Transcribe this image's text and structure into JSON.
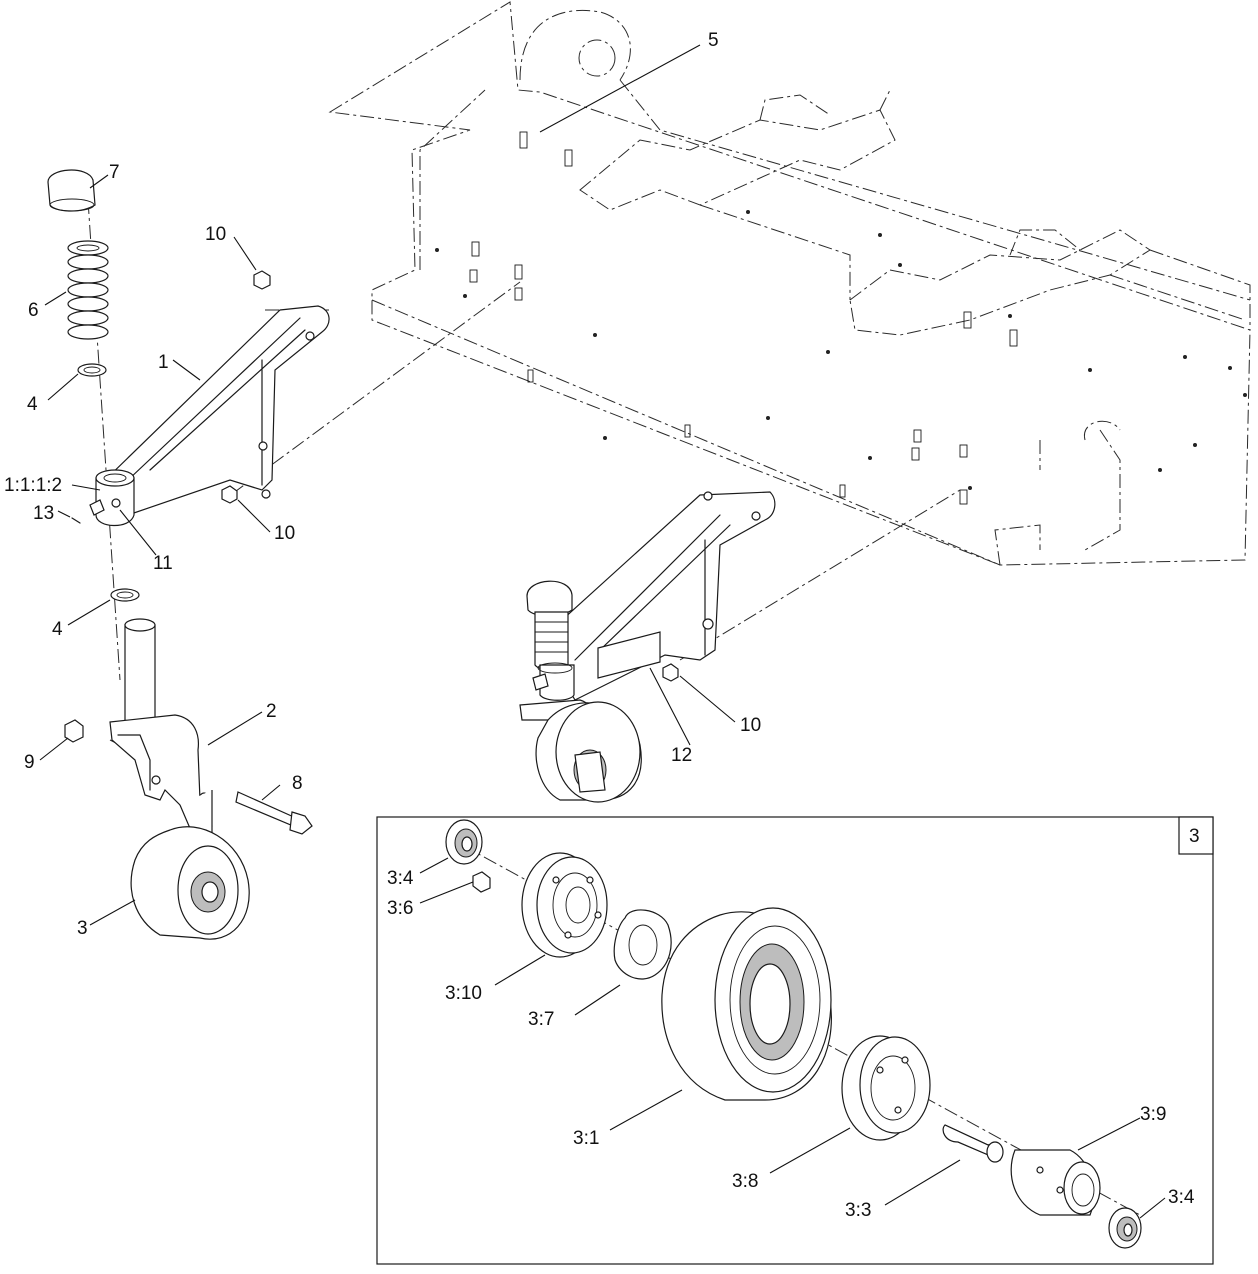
{
  "callouts": [
    {
      "id": "c-5",
      "text": "5"
    },
    {
      "id": "c-7",
      "text": "7"
    },
    {
      "id": "c-10a",
      "text": "10"
    },
    {
      "id": "c-6",
      "text": "6"
    },
    {
      "id": "c-1",
      "text": "1"
    },
    {
      "id": "c-4a",
      "text": "4"
    },
    {
      "id": "c-1112",
      "text": "1:1:1:2"
    },
    {
      "id": "c-13",
      "text": "13"
    },
    {
      "id": "c-11",
      "text": "11"
    },
    {
      "id": "c-10b",
      "text": "10"
    },
    {
      "id": "c-4b",
      "text": "4"
    },
    {
      "id": "c-2",
      "text": "2"
    },
    {
      "id": "c-9",
      "text": "9"
    },
    {
      "id": "c-8",
      "text": "8"
    },
    {
      "id": "c-3",
      "text": "3"
    },
    {
      "id": "c-10c",
      "text": "10"
    },
    {
      "id": "c-12",
      "text": "12"
    }
  ],
  "detail_box": {
    "badge": "3",
    "callouts": [
      {
        "id": "d-34a",
        "text": "3:4"
      },
      {
        "id": "d-36",
        "text": "3:6"
      },
      {
        "id": "d-310",
        "text": "3:10"
      },
      {
        "id": "d-37",
        "text": "3:7"
      },
      {
        "id": "d-31",
        "text": "3:1"
      },
      {
        "id": "d-38",
        "text": "3:8"
      },
      {
        "id": "d-33",
        "text": "3:3"
      },
      {
        "id": "d-39",
        "text": "3:9"
      },
      {
        "id": "d-34b",
        "text": "3:4"
      }
    ]
  }
}
